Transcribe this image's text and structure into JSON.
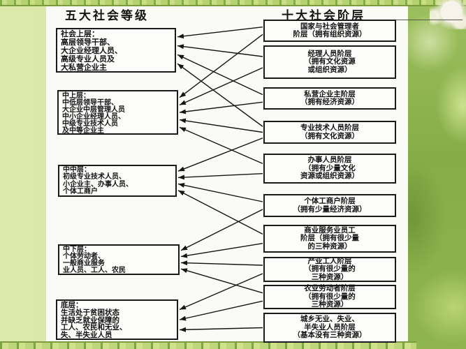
{
  "slide": {
    "left_title": "五大社会等级",
    "right_title": "十大社会阶层"
  },
  "levels": [
    {
      "name": "社会上层：",
      "members": "高层领导干部、\n大企业经理人员、\n高级专业人员及\n大私营企业主"
    },
    {
      "name": "中上层：",
      "members": "中低层领导干部、\n大企业中层管理人员\n中小企业经理人员、\n中级专业技术人员\n及中等企业主"
    },
    {
      "name": "中中层：",
      "members": "初级专业技术人员、\n小企业主、办事人员、\n个体工商户"
    },
    {
      "name": "中下层：",
      "members": "个体劳动者、\n一般商业服务\n业人员、工人、农民"
    },
    {
      "name": "底层：",
      "members": "生活处于贫困状态\n并缺乏就业保障的\n工人、农民和无业、\n失、半失业人员"
    }
  ],
  "strata": [
    {
      "label": "国家与社会管理者\n阶层（拥有组织资源）"
    },
    {
      "label": "经理人员阶层\n（拥有文化资源\n或组织资源）"
    },
    {
      "label": "私营企业主阶层\n（拥有经济资源）"
    },
    {
      "label": "专业技术人员阶层\n（拥有文化资源）"
    },
    {
      "label": "办事人员阶层\n（拥有少量文化\n资源或组织资源）"
    },
    {
      "label": "个体工商户阶层\n（拥有少量经济资源）"
    },
    {
      "label": "商业服务业员工\n阶层（拥有很少量\n的三种资源）"
    },
    {
      "label": "产业工人阶层\n（拥有很少量的\n三种资源）"
    },
    {
      "label": "农业劳动者阶层\n（拥有很少量的\n三种资源）"
    },
    {
      "label": "城乡无业、失业、\n半失业人员阶层\n（基本没有三种资源）"
    }
  ],
  "edges": [
    {
      "from": 0,
      "to": 0
    },
    {
      "from": 0,
      "to": 1
    },
    {
      "from": 1,
      "to": 0
    },
    {
      "from": 1,
      "to": 1
    },
    {
      "from": 2,
      "to": 0
    },
    {
      "from": 2,
      "to": 1
    },
    {
      "from": 3,
      "to": 0
    },
    {
      "from": 3,
      "to": 1
    },
    {
      "from": 3,
      "to": 2
    },
    {
      "from": 4,
      "to": 1
    },
    {
      "from": 4,
      "to": 2
    },
    {
      "from": 5,
      "to": 2
    },
    {
      "from": 5,
      "to": 3
    },
    {
      "from": 6,
      "to": 2
    },
    {
      "from": 6,
      "to": 3
    },
    {
      "from": 7,
      "to": 3
    },
    {
      "from": 7,
      "to": 4
    },
    {
      "from": 8,
      "to": 3
    },
    {
      "from": 8,
      "to": 4
    },
    {
      "from": 9,
      "to": 4
    }
  ],
  "colors": {
    "box_border": "#1a1a1a",
    "text": "#111111",
    "slide_bg": "#d9e6a2",
    "tile_light": "#c9dd85",
    "tile_dark": "#86ab45",
    "leaf_green": "#85ad47",
    "lotus_white": "#f7f2ea",
    "canvas_white": "#fafaf7"
  }
}
